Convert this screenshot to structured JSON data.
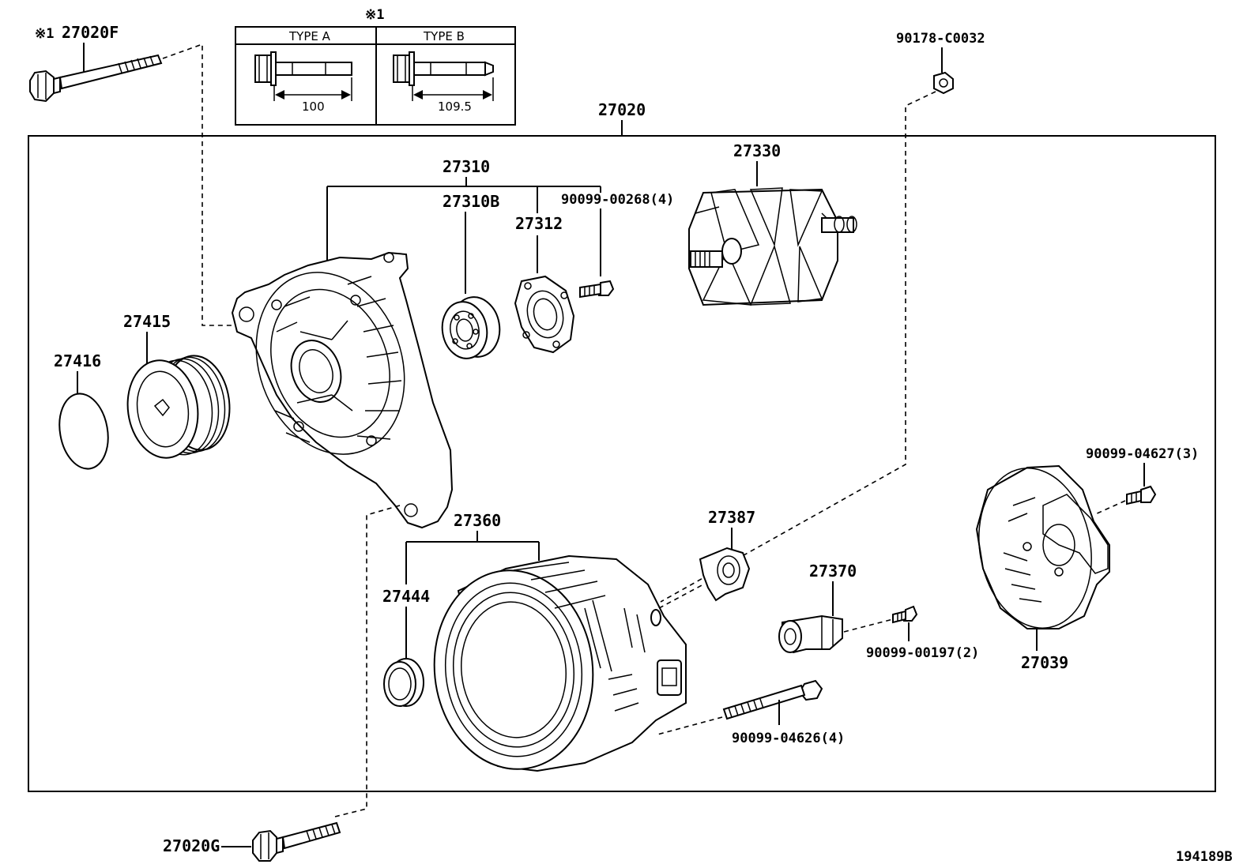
{
  "diagram_ref": "194189B",
  "note_mark": "※1",
  "variant_table": {
    "mark": "※1",
    "type_a": {
      "label": "TYPE A",
      "length": "100"
    },
    "type_b": {
      "label": "TYPE B",
      "length": "109.5"
    }
  },
  "labels": {
    "assembly": "27020",
    "bolt_top": "27020F",
    "bolt_bottom": "27020G",
    "nut_top": "90178-C0032",
    "frame": "27310",
    "frame_b": "27310B",
    "retainer": "27312",
    "screw_retainer": "90099-00268(4)",
    "rotor": "27330",
    "pulley": "27415",
    "pulley_cap": "27416",
    "rear_frame": "27360",
    "bearing_cover": "27444",
    "brush_holder": "27387",
    "rectifier_terminal": "27370",
    "screw_terminal": "90099-00197(2)",
    "end_cover": "27039",
    "screw_cover": "90099-04627(3)",
    "through_bolt": "90099-04626(4)"
  }
}
